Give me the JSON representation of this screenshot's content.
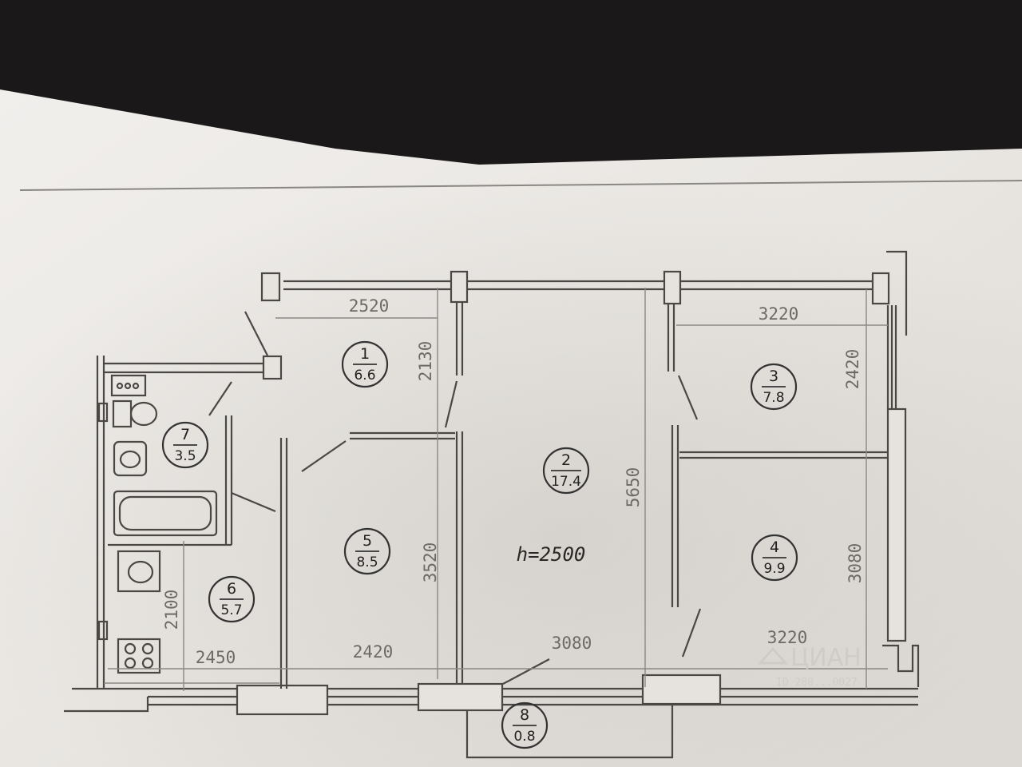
{
  "plan": {
    "ceiling_height_label": "h=2500",
    "rooms": [
      {
        "number": "1",
        "area": "6.6"
      },
      {
        "number": "2",
        "area": "17.4"
      },
      {
        "number": "3",
        "area": "7.8"
      },
      {
        "number": "4",
        "area": "9.9"
      },
      {
        "number": "5",
        "area": "8.5"
      },
      {
        "number": "6",
        "area": "5.7"
      },
      {
        "number": "7",
        "area": "3.5"
      },
      {
        "number": "8",
        "area": "0.8"
      }
    ],
    "dimensions": [
      "2520",
      "3220",
      "2130",
      "2420",
      "5650",
      "3520",
      "3080",
      "2100",
      "2450",
      "2420",
      "3080",
      "3220"
    ]
  },
  "watermark": {
    "brand": "ЦИАН",
    "id_text": "ID 280...0027"
  }
}
